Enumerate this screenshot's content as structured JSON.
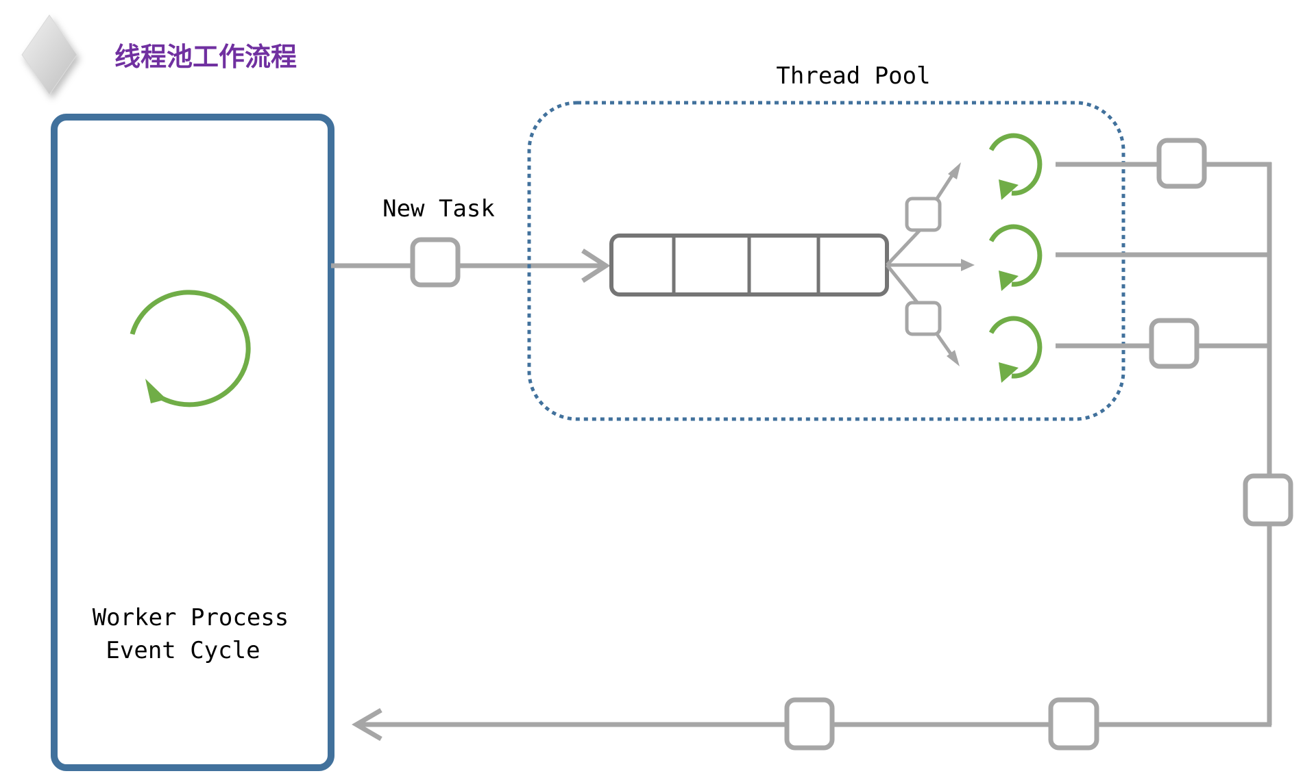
{
  "header": {
    "title": "线程池工作流程",
    "title_color": "#7030a0",
    "icon": "diamond-icon"
  },
  "worker_process": {
    "label_line1": "Worker Process",
    "label_line2": "Event Cycle",
    "border_color": "#41719c",
    "icon": "cycle-icon"
  },
  "new_task": {
    "label": "New Task"
  },
  "thread_pool": {
    "label": "Thread Pool",
    "border_color": "#41719c",
    "queue_slots": 4,
    "thread_count": 3
  },
  "colors": {
    "connector": "#a6a6a6",
    "queue_border": "#757575",
    "thread_cycle": "#70ad47",
    "text": "#000000"
  }
}
